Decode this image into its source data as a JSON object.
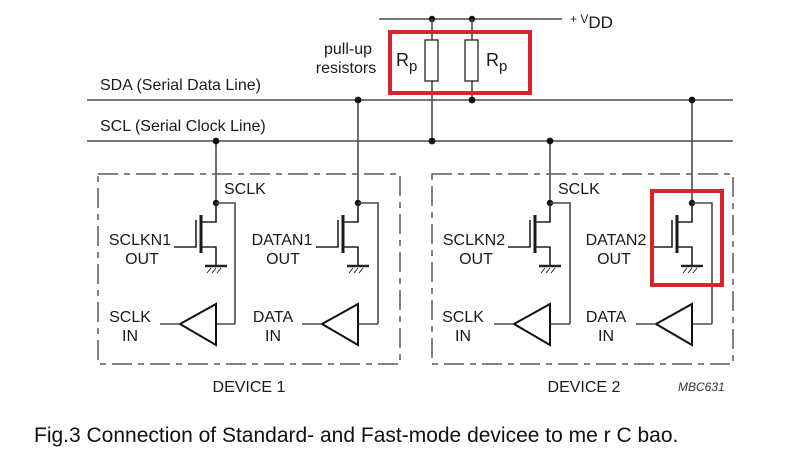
{
  "supply": {
    "label_prefix": "+ V",
    "label_sub": "DD"
  },
  "pullups": {
    "label_line1": "pull-up",
    "label_line2": "resistors",
    "resistors": [
      {
        "name": "R",
        "sub": "p"
      },
      {
        "name": "R",
        "sub": "p"
      }
    ]
  },
  "buses": {
    "sda": "SDA (Serial Data Line)",
    "scl": "SCL (Serial Clock Line)"
  },
  "devices": [
    {
      "title": "DEVICE 1",
      "sclk_node": "SCLK",
      "clk_out": [
        "SCLKN1",
        "OUT"
      ],
      "data_out": [
        "DATAN1",
        "OUT"
      ],
      "clk_in": [
        "SCLK",
        "IN"
      ],
      "data_in": [
        "DATA",
        "IN"
      ]
    },
    {
      "title": "DEVICE 2",
      "sclk_node": "SCLK",
      "clk_out": [
        "SCLKN2",
        "OUT"
      ],
      "data_out": [
        "DATAN2",
        "OUT"
      ],
      "clk_in": [
        "SCLK",
        "IN"
      ],
      "data_in": [
        "DATA",
        "IN"
      ]
    }
  ],
  "figure_ref": "MBC631",
  "caption": "Fig.3  Connection of Standard- and Fast-mode devicee to me r C bao.",
  "colors": {
    "highlight": "#d7262b",
    "wire": "#4a4a4a"
  }
}
